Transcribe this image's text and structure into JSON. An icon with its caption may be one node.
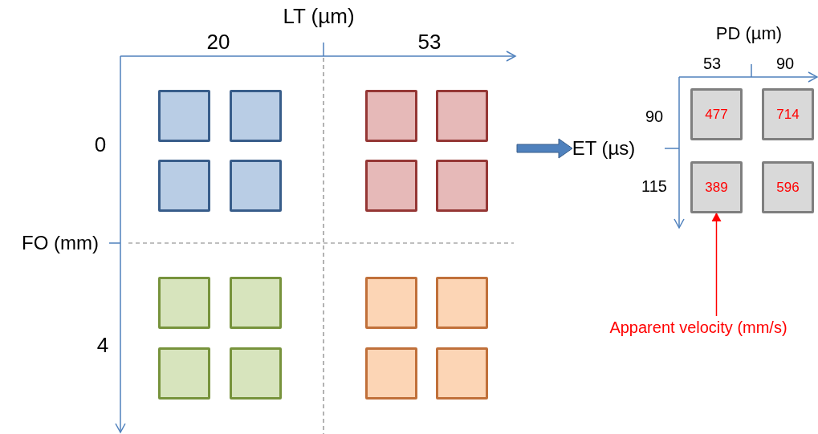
{
  "diagram": {
    "nodes": [
      {
        "text": [],
        "shape": "box"
      },
      {
        "text": [],
        "shape": "box"
      },
      {
        "text": [],
        "shape": "box"
      },
      {
        "text": [],
        "shape": "box"
      },
      {
        "text": [],
        "shape": "box"
      },
      {
        "text": [],
        "shape": "box"
      },
      {
        "text": [],
        "shape": "box"
      },
      {
        "text": [],
        "shape": "box"
      },
      {
        "text": [],
        "shape": "box"
      },
      {
        "text": [],
        "shape": "box"
      },
      {
        "text": [],
        "shape": "box"
      },
      {
        "text": [],
        "shape": "box"
      },
      {
        "text": [],
        "shape": "box"
      },
      {
        "text": [],
        "shape": "box"
      },
      {
        "text": [],
        "shape": "box"
      },
      {
        "text": [],
        "shape": "box"
      },
      {
        "text": [
          "477"
        ]
      },
      {
        "text": [
          "714"
        ]
      },
      {
        "text": [
          "389"
        ]
      },
      {
        "text": [
          "596"
        ]
      },
      {
        "text": [
          "Apparent velocity (mm/s)"
        ]
      }
    ],
    "edges": [
      {
        "from": 20,
        "to": 18,
        "arrow": "to",
        "color": "#ff0000"
      }
    ],
    "labels": [
      "LT (µm)",
      "20",
      "53",
      "PD (µm)",
      "53",
      "90",
      "90",
      "0",
      "ET (µs)",
      "115",
      "FO (mm)",
      "4"
    ]
  }
}
